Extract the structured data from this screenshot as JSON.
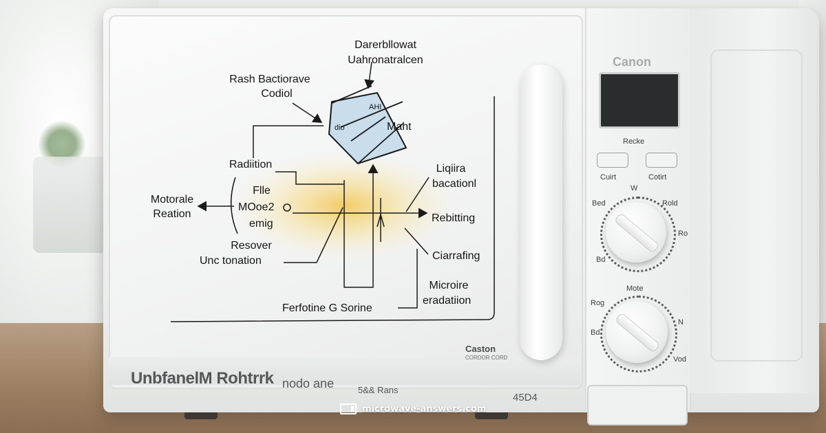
{
  "diagram": {
    "labels": {
      "top_title_1": "Darerbllowat",
      "top_title_2": "Uahronatralcen",
      "rash_1": "Rash Bactiorave",
      "rash_2": "Codiol",
      "mahl": "Maht",
      "ahi": "AHI",
      "radiition": "Radiition",
      "liqiira_1": "Liqiira",
      "liqiira_2": "bacationl",
      "motorale_1": "Motorale",
      "motorale_2": "Reation",
      "fle_1": "Flle",
      "fle_2": "MOoe2",
      "fle_3": "emig",
      "rebitting": "Rebitting",
      "resover_1": "Resover",
      "resover_2": "Unc tonation",
      "ciarrafing": "Ciarrafing",
      "microire_1": "Microire",
      "microire_2": "eradatiion",
      "ferfotine": "Ferfotine G Sorine"
    }
  },
  "branding": {
    "maker": "Caston",
    "maker_sub": "CORDOR CORD",
    "model_main": "UnbfanelM Rohtrrk",
    "model_sub": "nodo ane",
    "model_code": "5&& Rans",
    "model_num": "45D4",
    "panel_brand": "Canon"
  },
  "panel": {
    "btn_left_label": "Cuirt",
    "btn_right_label": "Cotirt",
    "top_label": "Recke",
    "knob1_top": "W",
    "knob1_l1": "Bed",
    "knob1_r1": "Rold",
    "knob1_r2": "Ro",
    "knob1_l2": "Bd",
    "knob2_top": "Mote",
    "knob2_l1": "Rog",
    "knob2_l2": "Bd",
    "knob2_r1": "N",
    "knob2_r2": "Vod"
  },
  "watermark": "microwave-answers.com"
}
